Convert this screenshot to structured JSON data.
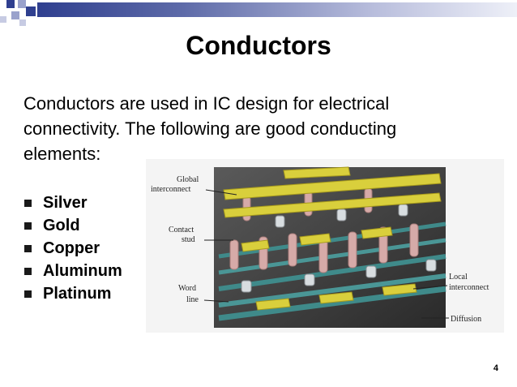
{
  "slide": {
    "title": "Conductors",
    "intro": [
      "Conductors are used in IC design for electrical",
      "connectivity. The following are good conducting",
      "elements:"
    ],
    "bullets": [
      "Silver",
      "Gold",
      "Copper",
      "Aluminum",
      "Platinum"
    ],
    "page_number": "4"
  },
  "figure": {
    "labels_left": {
      "global_interconnect": [
        "Global",
        "interconnect"
      ],
      "contact_stud": [
        "Contact",
        "stud"
      ],
      "word_line": [
        "Word",
        "line"
      ]
    },
    "labels_right": {
      "local_interconnect": [
        "Local",
        "interconnect"
      ],
      "diffusion": "Diffusion"
    }
  },
  "colors": {
    "accent": "#2f3f8f",
    "gold_wire": "#d9cf3c",
    "copper_stud": "#d6aaa8",
    "word_line": "#3f8a8a"
  }
}
